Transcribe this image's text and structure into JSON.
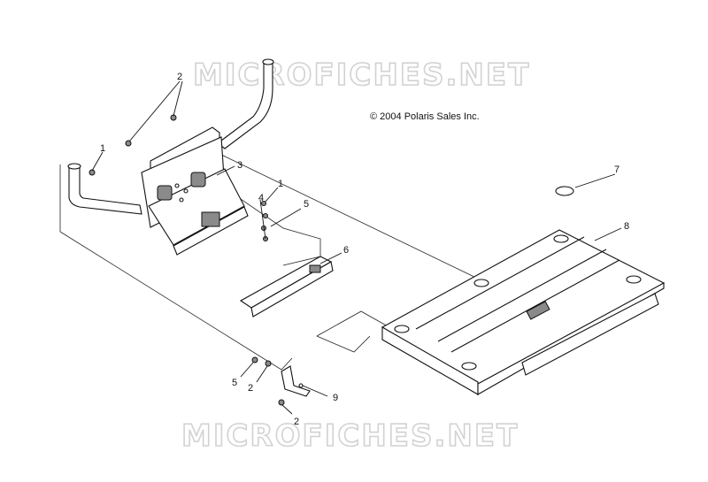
{
  "copyright": "© 2004 Polaris Sales Inc.",
  "watermark_top": "MICROFICHES.NET",
  "watermark_bottom": "MICROFICHES.NET",
  "callouts": [
    {
      "id": "c1a",
      "label": "1"
    },
    {
      "id": "c2a",
      "label": "2"
    },
    {
      "id": "c3",
      "label": "3"
    },
    {
      "id": "c1b",
      "label": "1"
    },
    {
      "id": "c4",
      "label": "4"
    },
    {
      "id": "c5a",
      "label": "5"
    },
    {
      "id": "c6",
      "label": "6"
    },
    {
      "id": "c7",
      "label": "7"
    },
    {
      "id": "c8",
      "label": "8"
    },
    {
      "id": "c5b",
      "label": "5"
    },
    {
      "id": "c2b",
      "label": "2"
    },
    {
      "id": "c9",
      "label": "9"
    },
    {
      "id": "c2c",
      "label": "2"
    }
  ]
}
